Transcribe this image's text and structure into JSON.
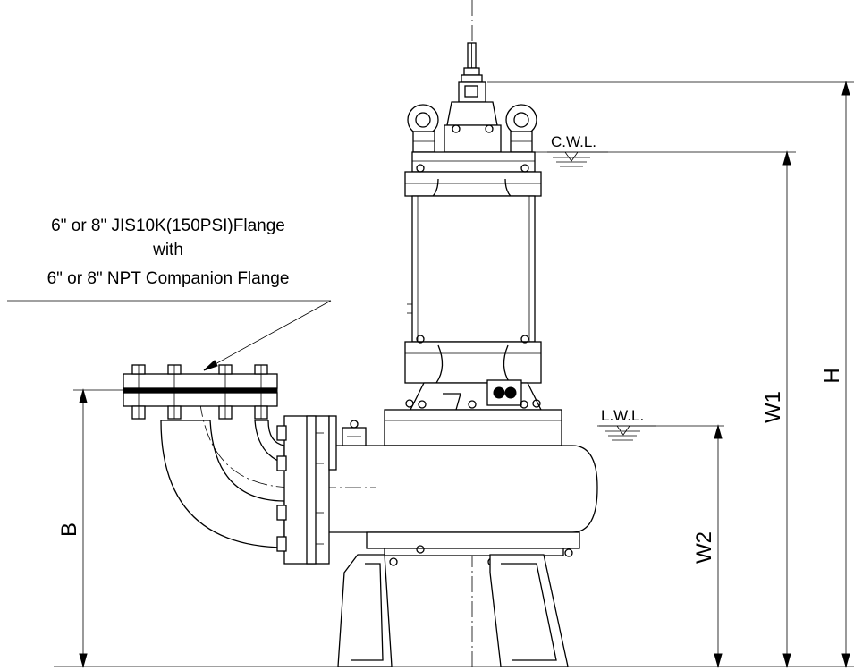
{
  "callout": {
    "line1": "6\" or 8\" JIS10K(150PSI)Flange",
    "line2": "with",
    "line3": "6\" or 8\" NPT Companion Flange"
  },
  "levels": {
    "cwl": "C.W.L.",
    "lwl": "L.W.L."
  },
  "dimensions": {
    "h": "H",
    "w1": "W1",
    "w2": "W2",
    "b": "B"
  },
  "colors": {
    "line": "#000000",
    "background": "#ffffff"
  }
}
